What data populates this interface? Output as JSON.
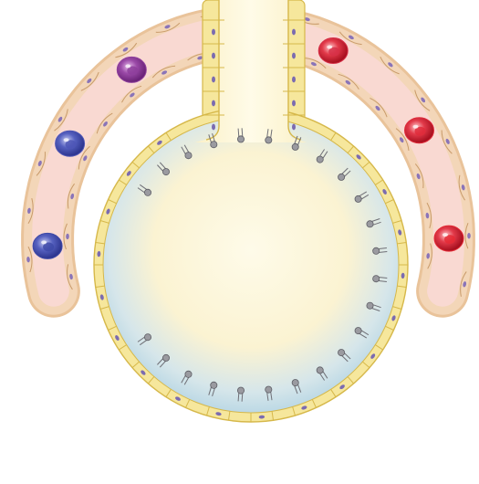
{
  "figure": {
    "kind": "alveolus-capillary-illustration",
    "airway": {
      "lumen_color": "#fdf6dc",
      "wall_color": "#f6e79c",
      "wall_edge_color": "#d6b84a",
      "nucleus_color": "#7b6bb0"
    },
    "alveolus": {
      "surfactant_layer_color": "#bcd9e8",
      "air_space_color": "#fdf8e2",
      "surfactant_molecule_color": "#9a9aa0",
      "surfactant_molecule_count": 24
    },
    "capillary": {
      "vessel_color": "#f7cfc4",
      "endothelium_color": "#f1d2a8",
      "endothelium_edge_color": "#c99a6a",
      "blood_cells": [
        {
          "label": "deoxygenated",
          "color": "#3e4aa8"
        },
        {
          "label": "deoxygenated",
          "color": "#4d56b6"
        },
        {
          "label": "mixed",
          "color": "#8e3f9c"
        },
        {
          "label": "mixed",
          "color": "#a63b8f"
        },
        {
          "label": "oxygenated",
          "color": "#d63048"
        },
        {
          "label": "oxygenated",
          "color": "#df2b3b"
        },
        {
          "label": "oxygenated",
          "color": "#e52a35"
        }
      ]
    }
  }
}
